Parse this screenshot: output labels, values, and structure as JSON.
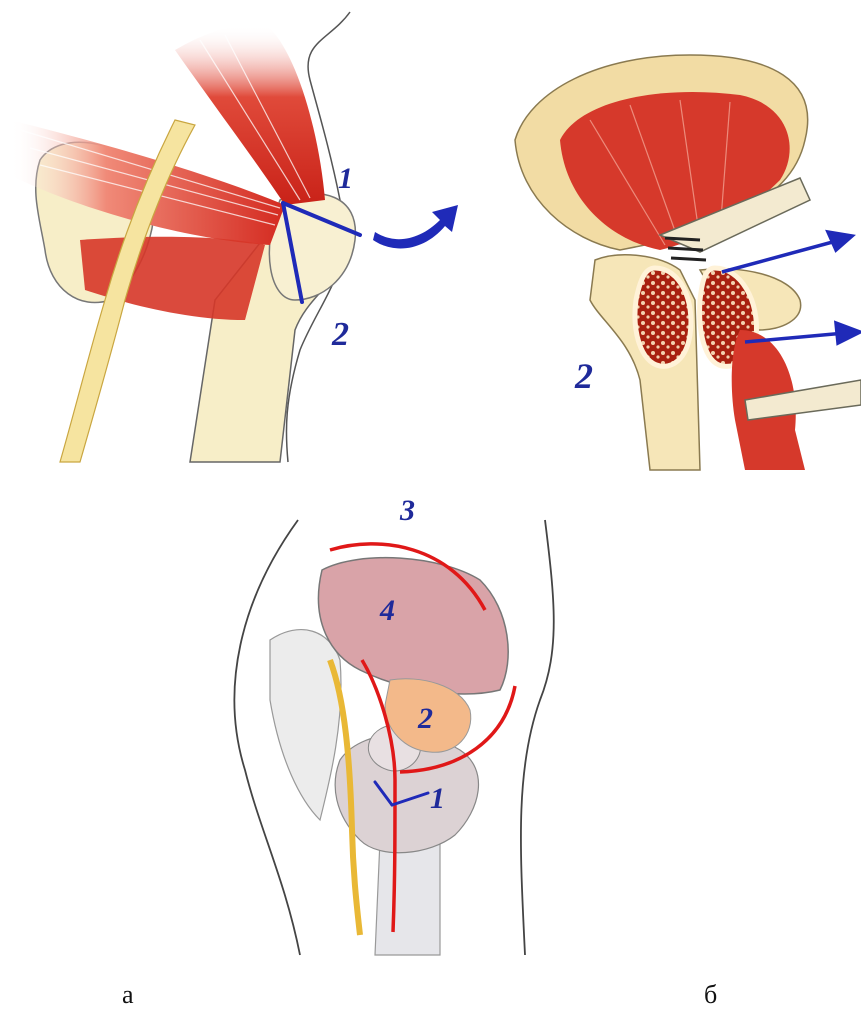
{
  "colors": {
    "muscle": "#d83a2e",
    "muscle_light": "#f08a78",
    "bone": "#f7eec8",
    "nerve": "#f0c23a",
    "marker": "#1f2ab8",
    "incision": "#e01818",
    "outline": "#555555"
  },
  "panel_a": {
    "labels": {
      "one": "1",
      "two": "2"
    },
    "icons": [
      "rotation-arrow-icon"
    ]
  },
  "panel_b": {
    "labels": {
      "two": "2"
    },
    "icons": [
      "retractor-icon",
      "arrow-right-icon",
      "arrow-right-icon"
    ]
  },
  "panel_c": {
    "labels": {
      "one": "1",
      "two": "2",
      "three": "3",
      "four": "4"
    }
  },
  "captions": {
    "left": "а",
    "right": "б"
  }
}
